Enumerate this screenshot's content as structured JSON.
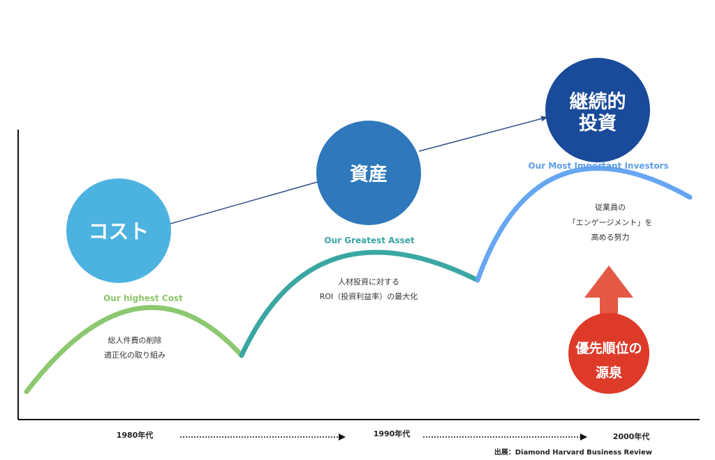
{
  "stages": [
    {
      "circle_text": [
        "コスト"
      ],
      "subtitle": "Our highest Cost",
      "description": [
        "総人件費の削除",
        "適正化の取り組み"
      ],
      "circle_color": "#4cb2e0",
      "subtitle_color": "#8cc56a",
      "curve_color": "#8cc870"
    },
    {
      "circle_text": [
        "資産"
      ],
      "subtitle": "Our Greatest Asset",
      "description": [
        "人材投資に対する",
        "ROI（投資利益率）の最大化"
      ],
      "circle_color": "#2e78bb",
      "subtitle_color": "#3aa5a2",
      "curve_color": "#3aa7a2"
    },
    {
      "circle_text": [
        "継続的",
        "投資"
      ],
      "subtitle": "Our Most Important Investors",
      "description": [
        "従業員の",
        "「エンゲージメント」を",
        "高める努力"
      ],
      "circle_color": "#1a4a9a",
      "subtitle_color": "#5f9eea",
      "curve_color": "#66a6f2"
    }
  ],
  "priority_badge": [
    "優先順位の",
    "源泉"
  ],
  "badge_color": "#dd3a2a",
  "arrow_color": "#e14b35",
  "timeline": [
    "1980年代",
    "1990年代",
    "2000年代"
  ],
  "source": "出展：Diamond Harvard Business Review"
}
